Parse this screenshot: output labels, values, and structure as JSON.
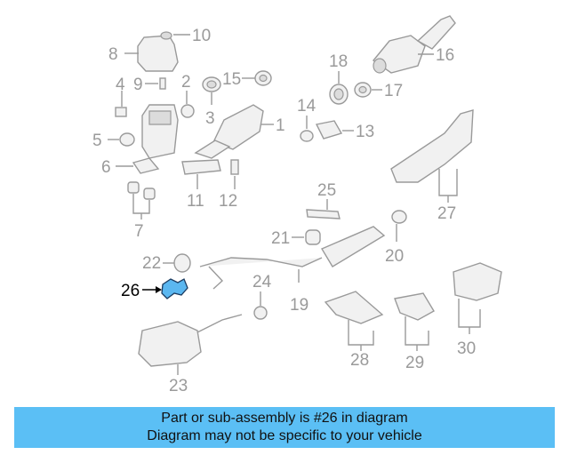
{
  "callouts": [
    {
      "id": "c1",
      "label": "1"
    },
    {
      "id": "c2",
      "label": "2"
    },
    {
      "id": "c3",
      "label": "3"
    },
    {
      "id": "c4",
      "label": "4"
    },
    {
      "id": "c5",
      "label": "5"
    },
    {
      "id": "c6",
      "label": "6"
    },
    {
      "id": "c7",
      "label": "7"
    },
    {
      "id": "c8",
      "label": "8"
    },
    {
      "id": "c9",
      "label": "9"
    },
    {
      "id": "c10",
      "label": "10"
    },
    {
      "id": "c11",
      "label": "11"
    },
    {
      "id": "c12",
      "label": "12"
    },
    {
      "id": "c13",
      "label": "13"
    },
    {
      "id": "c14",
      "label": "14"
    },
    {
      "id": "c15",
      "label": "15"
    },
    {
      "id": "c16",
      "label": "16"
    },
    {
      "id": "c17",
      "label": "17"
    },
    {
      "id": "c18",
      "label": "18"
    },
    {
      "id": "c19",
      "label": "19"
    },
    {
      "id": "c20",
      "label": "20"
    },
    {
      "id": "c21",
      "label": "21"
    },
    {
      "id": "c22",
      "label": "22"
    },
    {
      "id": "c23",
      "label": "23"
    },
    {
      "id": "c24",
      "label": "24"
    },
    {
      "id": "c25",
      "label": "25"
    },
    {
      "id": "c26",
      "label": "26"
    },
    {
      "id": "c27",
      "label": "27"
    },
    {
      "id": "c28",
      "label": "28"
    },
    {
      "id": "c29",
      "label": "29"
    },
    {
      "id": "c30",
      "label": "30"
    }
  ],
  "highlighted_part": "26",
  "highlight_color": "#5bb7f0",
  "banner": {
    "line1": "Part or sub-assembly is #26 in diagram",
    "line2": "Diagram may not be specific to your vehicle",
    "color": "#5bbff5"
  }
}
